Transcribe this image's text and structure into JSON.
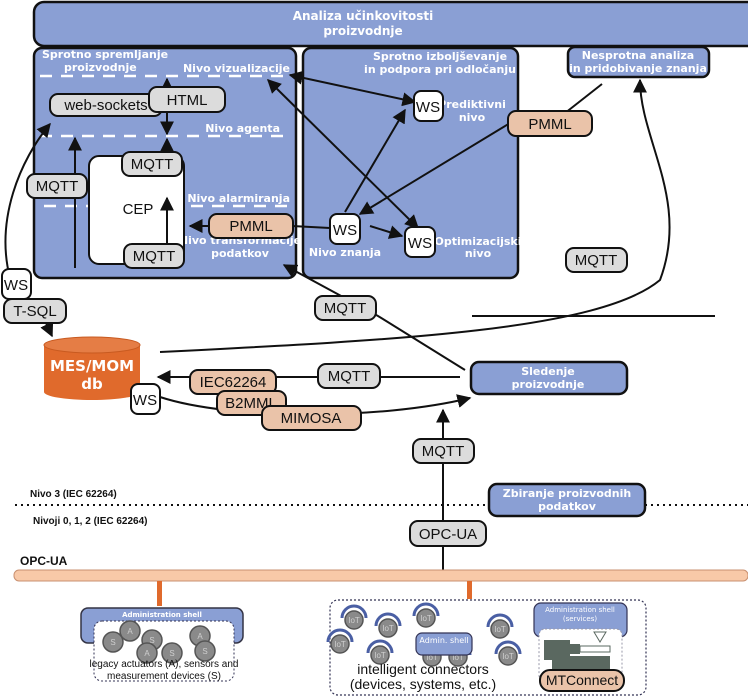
{
  "top_banner": {
    "line1": "Analiza učinkovitosti",
    "line2": "proizvodnje"
  },
  "panel_left": {
    "title_line1": "Sprotno spremljanje",
    "title_line2": "proizvodnje",
    "levels": [
      "Nivo vizualizacije",
      "Nivo agenta",
      "Nivo alarmiranja",
      "Nivo transformacije",
      "podatkov"
    ]
  },
  "panel_middle": {
    "title_line1": "Sprotno izboljševanje",
    "title_line2": "in podpora pri odločanju",
    "predictive_line1": "Prediktivni",
    "predictive_line2": "nivo",
    "knowledge": "Nivo znanja",
    "optim_line1": "Optimizacijski",
    "optim_line2": "nivo"
  },
  "panel_right": {
    "line1": "Nesprotna analiza",
    "line2": "in pridobivanje znanja"
  },
  "tracking": {
    "line1": "Sledenje",
    "line2": "proizvodnje"
  },
  "collection": {
    "line1": "Zbiranje proizvodnih",
    "line2": "podatkov"
  },
  "pills": {
    "web_sockets": "web-sockets",
    "html": "HTML",
    "mqtt": "MQTT",
    "cep": "CEP",
    "pmml": "PMML",
    "ws": "WS",
    "tsql": "T-SQL",
    "iec": "IEC62264",
    "b2mml": "B2MML",
    "mimosa": "MIMOSA",
    "opcua": "OPC-UA"
  },
  "database": {
    "line1": "MES/MOM",
    "line2": "db"
  },
  "levels": {
    "level3": "Nivo 3 (IEC 62264)",
    "level012": "Nivoji 0, 1, 2 (IEC 62264)"
  },
  "bus": {
    "label": "OPC-UA"
  },
  "legacy": {
    "shell": "Administration shell",
    "nodes": [
      "S",
      "A",
      "S",
      "A",
      "S",
      "A",
      "S"
    ],
    "caption1": "legacy actuators (A), sensors and",
    "caption2": "measurement devices (S)"
  },
  "intelligent": {
    "iot": "IoT",
    "admin_small": "Admin. shell",
    "admin_services1": "Administration shell",
    "admin_services2": "(services)",
    "mtconnect": "MTConnect",
    "caption1": "intelligent connectors",
    "caption2": "(devices, systems, etc.)"
  },
  "colors": {
    "panel": "#8a9fd4",
    "pill_gray": "#dcdcdc",
    "pill_orange": "#eac3a9",
    "db": "#e06a2c",
    "bus": "#f8c9a8"
  }
}
